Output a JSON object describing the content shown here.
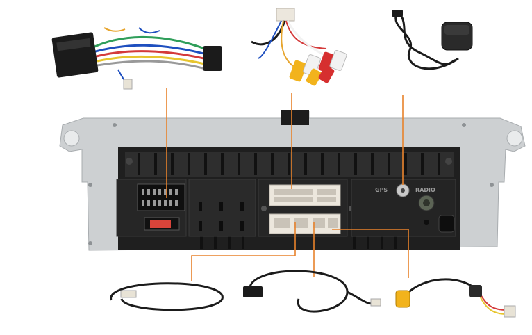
{
  "head_unit": {
    "port_labels": {
      "gps": "GPS",
      "radio": "RADIO"
    }
  },
  "accessories": [
    {
      "id": "main-power-harness",
      "kind": "wiring harness with ISO plugs"
    },
    {
      "id": "rca-av-harness",
      "kind": "RCA audio/video cable"
    },
    {
      "id": "gps-antenna",
      "kind": "GPS antenna"
    },
    {
      "id": "cable-a",
      "kind": "black cable with white connector"
    },
    {
      "id": "usb-cable",
      "kind": "USB extension cable"
    },
    {
      "id": "camera-rca-cable",
      "kind": "rear camera RCA adapter"
    }
  ],
  "colors": {
    "leader_line": "#e8822b",
    "chassis": "#cfd2d4",
    "panel": "#1f1f1f"
  }
}
